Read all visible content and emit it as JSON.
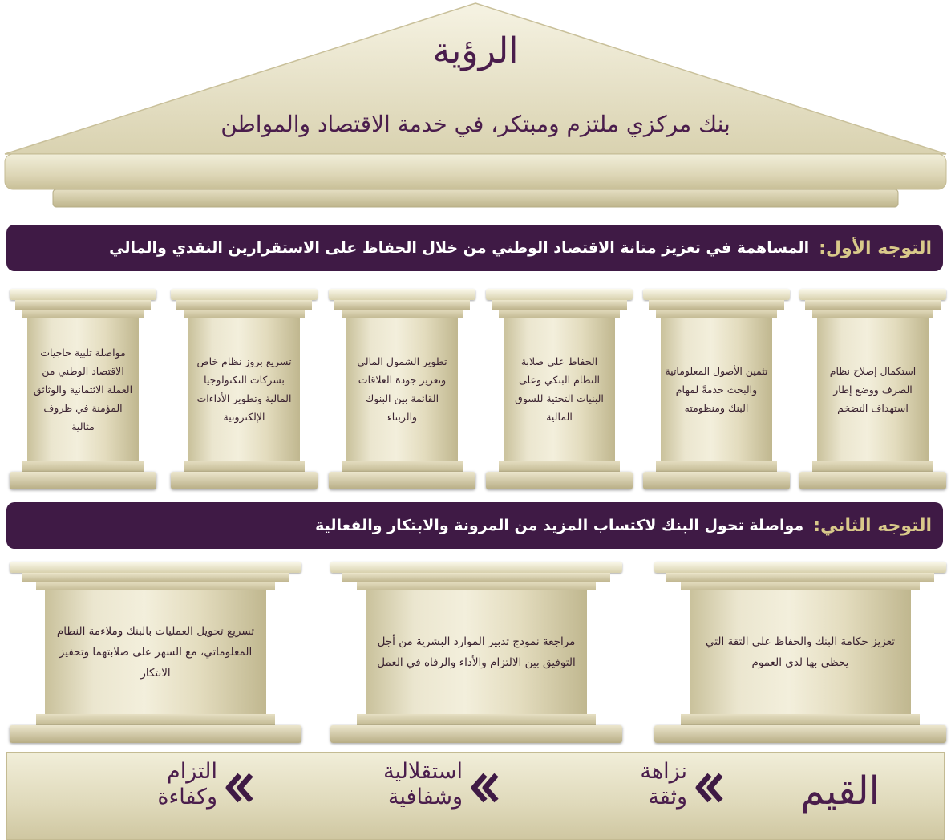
{
  "vision": {
    "title": "الرؤية",
    "statement": "بنك مركزي ملتزم ومبتكر، في خدمة الاقتصاد والمواطن"
  },
  "orientation1": {
    "label": "التوجه الأول:",
    "text": "المساهمة في تعزيز متانة الاقتصاد الوطني من خلال الحفاظ على الاستقرارين النقدي والمالي",
    "pillars": [
      "استكمال إصلاح نظام الصرف ووضع إطار استهداف التضخم",
      "تثمين الأصول المعلوماتية والبحث خدمةً لمهام البنك ومنظومته",
      "الحفاظ على صلابة النظام البنكي وعلى البنيات التحتية للسوق المالية",
      "تطوير الشمول المالي وتعزيز جودة العلاقات القائمة بين البنوك والزبناء",
      "تسريع بروز نظام خاص بشركات التكنولوجيا المالية وتطوير الأداءات الإلكترونية",
      "مواصلة تلبية حاجيات الاقتصاد الوطني من العملة الائتمانية والوثائق المؤمنة في ظروف مثالية"
    ]
  },
  "orientation2": {
    "label": "التوجه الثاني:",
    "text": "مواصلة تحول البنك لاكتساب المزيد من المرونة والابتكار والفعالية",
    "pillars": [
      "تعزيز حكامة البنك والحفاظ على الثقة التي يحظى بها لدى العموم",
      "مراجعة نموذج تدبير الموارد البشرية من أجل التوفيق بين الالتزام والأداء والرفاه في العمل",
      "تسريع تحويل العمليات بالبنك وملاءمة النظام المعلوماتي، مع السهر على صلابتهما وتحفيز الابتكار"
    ]
  },
  "values": {
    "title": "القيم",
    "items": [
      {
        "line1": "نزاهة",
        "line2": "وثقة"
      },
      {
        "line1": "استقلالية",
        "line2": "وشفافية"
      },
      {
        "line1": "التزام",
        "line2": "وكفاءة"
      }
    ]
  },
  "colors": {
    "purple": "#3f1a45",
    "gold_label": "#d9c98a",
    "stone": "#e6e0c4"
  }
}
